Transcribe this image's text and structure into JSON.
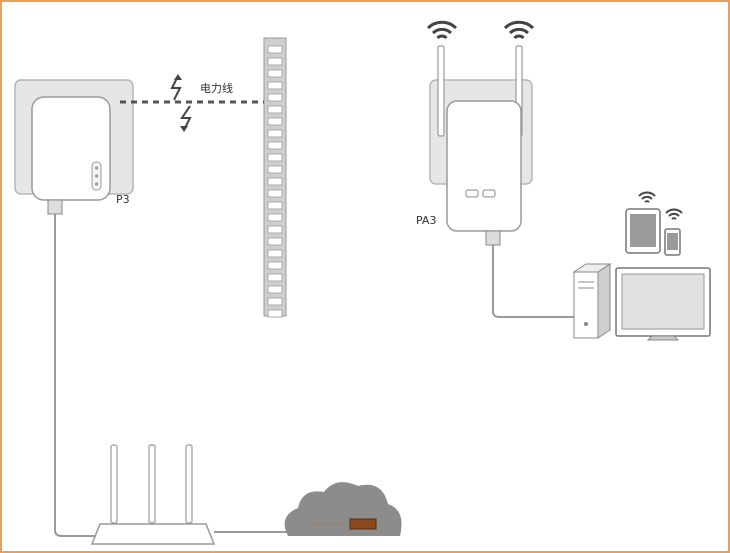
{
  "labels": {
    "powerline": "电力线",
    "device_left": "P3",
    "device_right": "PA3"
  },
  "colors": {
    "border": "#e8a060",
    "cable": "#999999",
    "device_fill": "#ffffff",
    "device_stroke": "#9a9a9a",
    "socket_fill": "#e6e6e6",
    "wall_fill": "#cfcfcf",
    "cloud_fill": "#8c8c8c",
    "wifi": "#444444"
  },
  "icons": [
    "wifi-icon",
    "router-icon",
    "cloud-icon",
    "tablet-icon",
    "phone-icon",
    "desktop-computer-icon",
    "monitor-icon",
    "power-socket-icon",
    "wall-icon"
  ]
}
